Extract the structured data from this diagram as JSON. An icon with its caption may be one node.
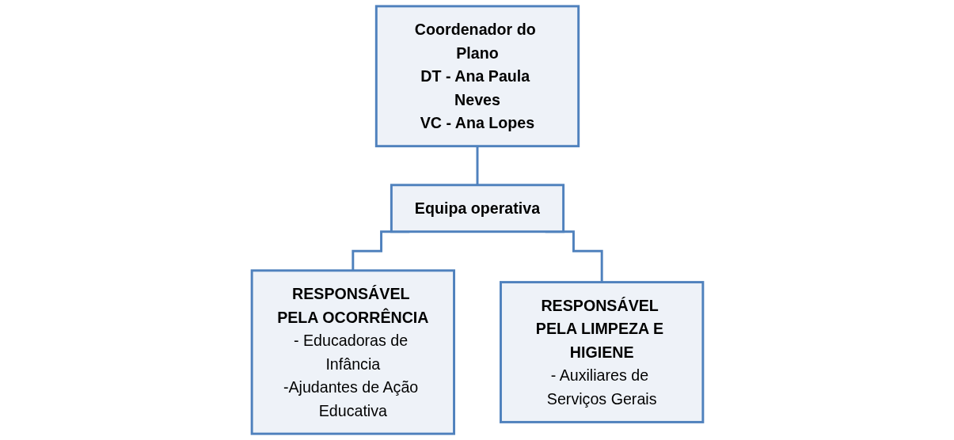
{
  "diagram": {
    "nodes": [
      {
        "text": [
          "Coordenador do Plano",
          "DT - Ana Paula Neves",
          "VC - Ana Lopes"
        ]
      },
      {
        "text": [
          "Equipa operativa"
        ]
      },
      {
        "text": [
          "RESPONSÁVEL PELA OCORRÊNCIA",
          "- Educadoras de Infância",
          "-Ajudantes de Ação Educativa"
        ]
      },
      {
        "text": [
          "RESPONSÁVEL PELA LIMPEZA E HIGIENE",
          "- Auxiliares de Serviços Gerais"
        ]
      }
    ],
    "edges": [
      {
        "from": 0,
        "to": 1,
        "arrow": "none"
      },
      {
        "from": 1,
        "to": 2,
        "arrow": "none"
      },
      {
        "from": 1,
        "to": 3,
        "arrow": "none"
      }
    ]
  }
}
